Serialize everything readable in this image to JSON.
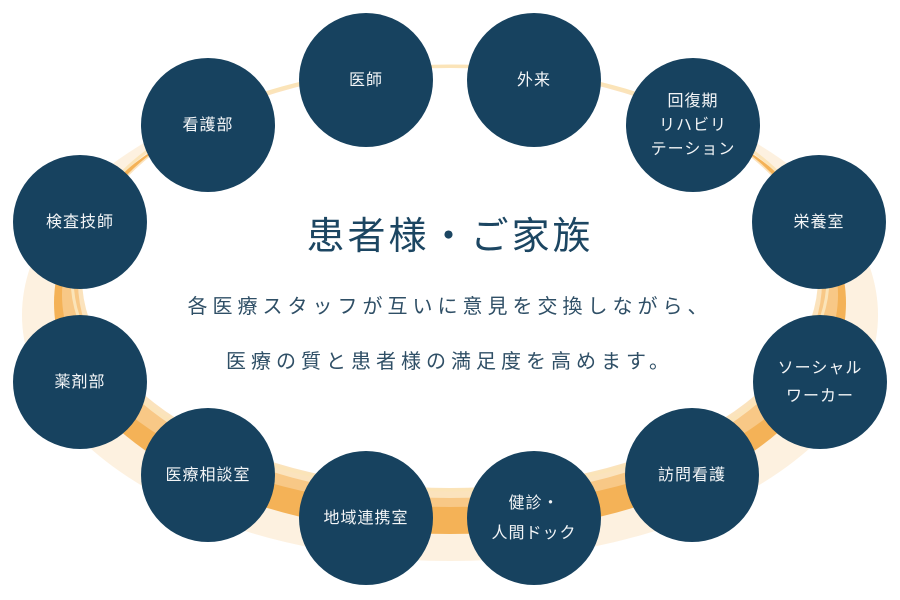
{
  "center": {
    "title": "患者様・ご家族",
    "lines": [
      "各医療スタッフが互いに意見を交換しながら、",
      "医療の質と患者様の満足度を高めます。"
    ]
  },
  "nodes": [
    {
      "id": "doctor",
      "lines": [
        "医師"
      ]
    },
    {
      "id": "outpatient",
      "lines": [
        "外来"
      ]
    },
    {
      "id": "rehab",
      "lines": [
        "回復期",
        "リハビリ",
        "テーション"
      ]
    },
    {
      "id": "nutrition",
      "lines": [
        "栄養室"
      ]
    },
    {
      "id": "social-worker",
      "lines": [
        "ソーシャル",
        "ワーカー"
      ]
    },
    {
      "id": "home-nursing",
      "lines": [
        "訪問看護"
      ]
    },
    {
      "id": "checkup",
      "lines": [
        "健診・",
        "人間ドック"
      ]
    },
    {
      "id": "regional",
      "lines": [
        "地域連携室"
      ]
    },
    {
      "id": "consultation",
      "lines": [
        "医療相談室"
      ]
    },
    {
      "id": "pharmacy",
      "lines": [
        "薬剤部"
      ]
    },
    {
      "id": "lab-tech",
      "lines": [
        "検査技師"
      ]
    },
    {
      "id": "nursing",
      "lines": [
        "看護部"
      ]
    }
  ],
  "colors": {
    "node_fill": "#17425f",
    "node_text": "#f3f5f7",
    "title_text": "#1c4662",
    "ring_outer": "#fdf0dd",
    "ring_mid": "#f5b55a",
    "ring_inner": "#f8c987"
  }
}
